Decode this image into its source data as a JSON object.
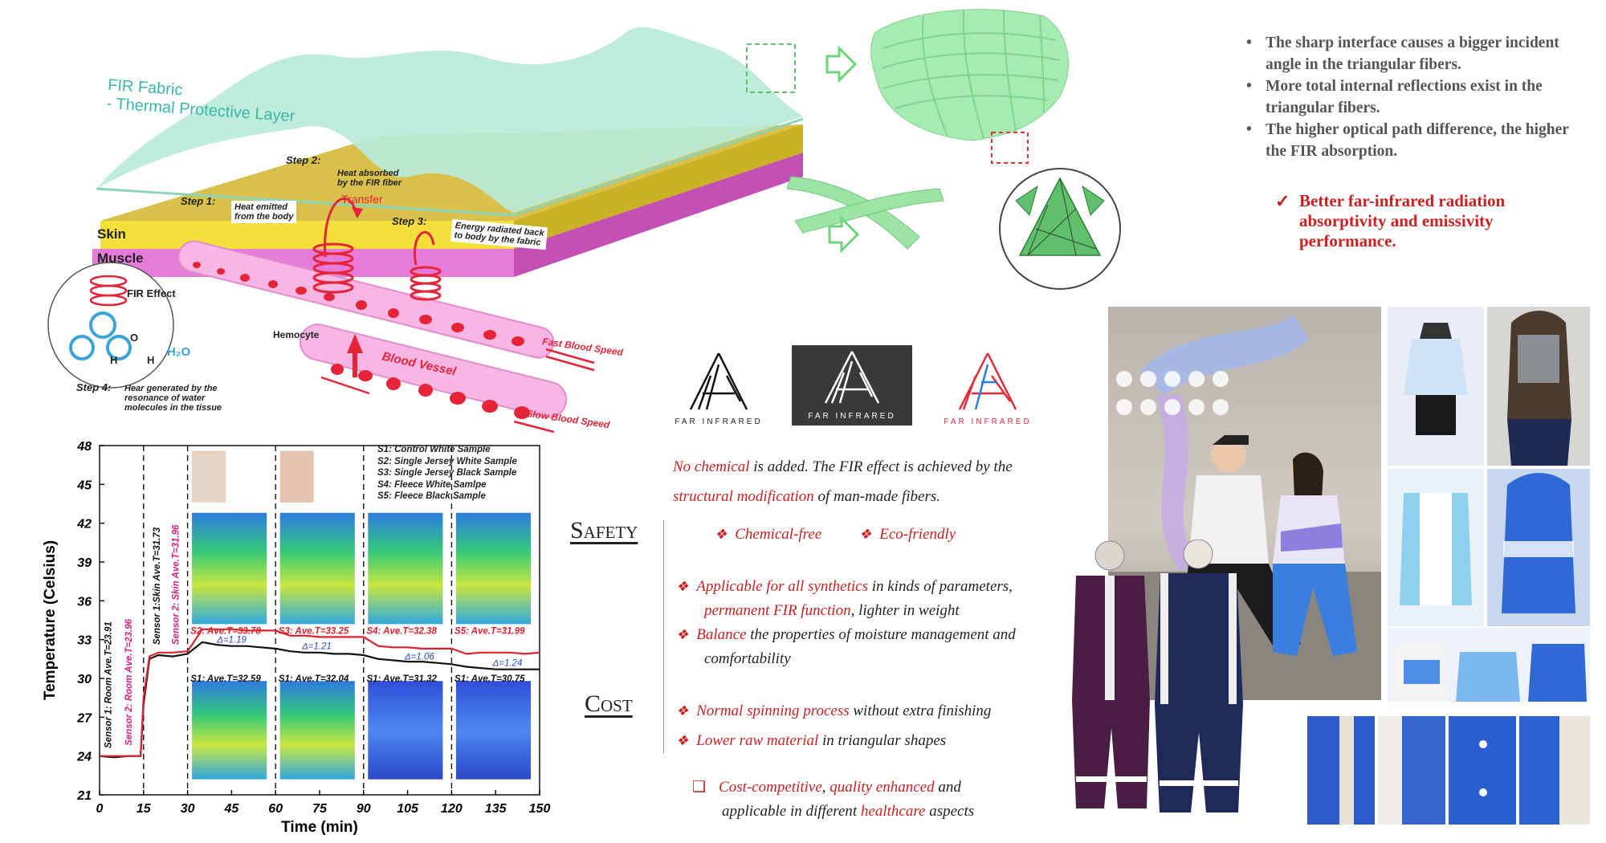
{
  "fir_diagram": {
    "fabric_label": "FIR Fabric",
    "fabric_sub": "- Thermal Protective Layer",
    "skin": "Skin",
    "muscle": "Muscle",
    "step1_title": "Step 1:",
    "step1_text": "Heat emitted\nfrom the body",
    "step2_title": "Step 2:",
    "step2_text": "Heat absorbed\nby the FIR fiber",
    "transfer": "Transfer",
    "step3_title": "Step 3:",
    "step3_text": "Energy radiated back\nto body by the fabric",
    "fir_effect": "FIR Effect",
    "atom_o": "O",
    "atom_h1": "H",
    "atom_h2": "H",
    "h2o": "H₂O",
    "hemocyte": "Hemocyte",
    "blood_vessel": "Blood Vessel",
    "fast": "Fast Blood Speed",
    "slow": "Slow Blood Speed",
    "step4_title": "Step 4:",
    "step4_text": "Hear generated by the\nresonance of water\nmolecules in the tissue"
  },
  "bullets": [
    "The sharp interface causes a bigger incident angle in the triangular fibers.",
    "More total internal reflections exist in the triangular fibers.",
    "The higher optical path difference, the higher the FIR absorption."
  ],
  "conclusion": {
    "check": "✓",
    "text": "Better far-infrared radiation absorptivity and emissivity performance."
  },
  "logos": [
    "FAR INFRARED",
    "FAR INFRARED",
    "FAR INFRARED"
  ],
  "intro": {
    "p1": "No chemical",
    "p2": " is added. The FIR effect is achieved by the",
    "p3": "structural modification",
    "p4": " of man-made fibers."
  },
  "safety": {
    "heading": "Safety",
    "item1": "Chemical-free",
    "item2": "Eco-friendly",
    "a1": "Applicable for all synthetics",
    "a2": " in kinds of parameters,",
    "a3": "permanent FIR function",
    "a4": ", lighter in weight",
    "b1": "Balance",
    "b2": " the properties of moisture management and",
    "b3": "comfortability"
  },
  "cost": {
    "heading": "Cost",
    "c1": "Normal spinning process",
    "c2": " without extra finishing",
    "d1": "Lower raw material",
    "d2": " in triangular shapes"
  },
  "footer": {
    "e1": "Cost-competitive",
    "e2": ", ",
    "e3": "quality enhanced",
    "e4": " and",
    "e5": "applicable in different ",
    "e6": "healthcare",
    "e7": " aspects"
  },
  "chart_data": {
    "type": "line",
    "xlabel": "Time (min)",
    "ylabel": "Temperature (Celsius)",
    "xlim": [
      0,
      150
    ],
    "ylim": [
      21,
      48
    ],
    "xticks": [
      0,
      15,
      30,
      45,
      60,
      75,
      90,
      105,
      120,
      135,
      150
    ],
    "yticks": [
      21,
      24,
      27,
      30,
      33,
      36,
      39,
      42,
      45,
      48
    ],
    "grid": false,
    "legend_position": "top-right",
    "legend": [
      "S1: Control White Sample",
      "S2: Single Jersey White Sample",
      "S3: Single Jersey Black Sample",
      "S4: Fleece White Samlpe",
      "S5: Fleece Black Sample"
    ],
    "series": [
      {
        "name": "Sensor 1",
        "color": "#111111",
        "x": [
          0,
          5,
          10,
          14,
          15,
          17,
          20,
          25,
          30,
          35,
          40,
          45,
          50,
          55,
          60,
          65,
          70,
          75,
          80,
          85,
          90,
          95,
          100,
          105,
          110,
          115,
          120,
          125,
          130,
          135,
          140,
          145,
          150
        ],
        "y": [
          24,
          23.9,
          24,
          24,
          28,
          31.5,
          31.8,
          31.7,
          31.9,
          32.8,
          32.6,
          32.5,
          32.5,
          32.4,
          32.3,
          32.1,
          32,
          32,
          31.9,
          31.9,
          31.8,
          31.5,
          31.4,
          31.3,
          31.3,
          31.2,
          31.1,
          30.9,
          30.8,
          30.7,
          30.7,
          30.7,
          30.7
        ]
      },
      {
        "name": "Sensor 2",
        "color": "#e0202a",
        "x": [
          0,
          5,
          10,
          14,
          15,
          17,
          20,
          25,
          30,
          35,
          40,
          45,
          50,
          55,
          60,
          65,
          70,
          75,
          80,
          85,
          90,
          95,
          100,
          105,
          110,
          115,
          120,
          125,
          130,
          135,
          140,
          145,
          150
        ],
        "y": [
          24,
          24,
          24,
          24,
          28.5,
          31.7,
          32,
          32,
          32.1,
          33.8,
          33.8,
          33.8,
          33.7,
          33.7,
          33.7,
          33.3,
          33.3,
          33.2,
          33.2,
          33.2,
          33.2,
          32.5,
          32.4,
          32.4,
          32.3,
          32.3,
          32.3,
          31.9,
          32,
          32,
          32,
          31.9,
          32
        ]
      }
    ],
    "annotations": [
      "Sensor 1: Room Ave.T=23.91",
      "Sensor 2: Room Ave.T=23.96",
      "Sensor 1:Skin Ave.T=31.73",
      "Sensor 2: Skin Ave.T=31.96",
      "S2: Ave.T=33.78",
      "S3: Ave.T=33.25",
      "S4: Ave.T=32.38",
      "S5: Ave.T=31.99",
      "Δ=1.19",
      "Δ=1.21",
      "Δ=1.06",
      "Δ=1.24",
      "S1: Ave.T=32.59",
      "S1: Ave.T=32.04",
      "S1: Ave.T=31.32",
      "S1: Ave.T=30.75"
    ]
  },
  "colors": {
    "accent_red": "#cc1f1f",
    "fabric": "#b9ecd8",
    "skin": "#f5df3a",
    "muscle": "#e57ad7",
    "fiber_green": "#8fe39a",
    "garment_navy": "#1f2a5a",
    "garment_purple": "#4a1d44",
    "photo_blue": "#2e6fd8"
  }
}
